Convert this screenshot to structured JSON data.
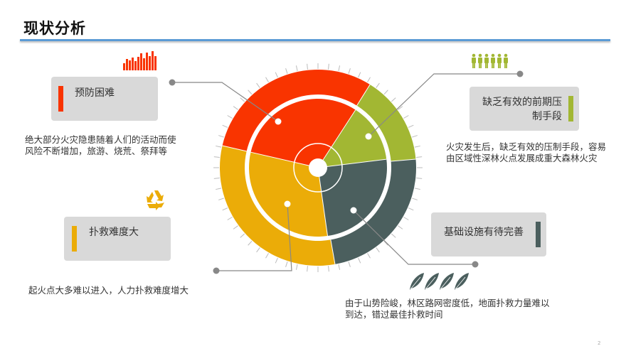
{
  "header": {
    "title": "现状分析"
  },
  "colors": {
    "red": "#f93400",
    "green": "#a2b733",
    "dark": "#4b5f5e",
    "yellow": "#ebac08",
    "card_bg": "#d9d9d9",
    "rule": "#5b9bd5",
    "connector": "#888888"
  },
  "items": [
    {
      "id": "prevention",
      "label": "预防困难",
      "color": "#f93400",
      "icon": "bar-chart-icon",
      "description": [
        "绝大部分火灾隐患随着人们的活动而使",
        "风险不断增加，旅游、烧荒、祭拜等"
      ]
    },
    {
      "id": "suppression",
      "label": "缺乏有效的前期压制手段",
      "label_lines": [
        "缺乏有效的前期压",
        "制手段"
      ],
      "color": "#a2b733",
      "icon": "people-icon",
      "description": [
        "火灾发生后，缺乏有效的压制手段，容易",
        "由区域性深林火点发展成重大森林火灾"
      ]
    },
    {
      "id": "rescue",
      "label": "扑救难度大",
      "color": "#ebac08",
      "icon": "recycle-icon",
      "description": [
        "起火点大多难以进入，人力扑救难度增大"
      ]
    },
    {
      "id": "infrastructure",
      "label": "基础设施有待完善",
      "color": "#4b5f5e",
      "icon": "leaf-icon",
      "description": [
        "由于山势险峻，林区路网密度低，地面扑救力量难以",
        "到达，错过最佳扑救时间"
      ]
    }
  ],
  "chart_data": {
    "type": "pie",
    "title": "",
    "categories": [
      "预防困难",
      "缺乏有效的前期压制手段",
      "基础设施有待完善",
      "扑救难度大"
    ],
    "values": [
      31,
      14,
      24,
      31
    ],
    "colors": [
      "#f93400",
      "#a2b733",
      "#4b5f5e",
      "#ebac08"
    ],
    "note": "Decorative radial/donut diagram: outer ring + inner wedges, values estimated from angular spans"
  },
  "footer": {
    "page": "2"
  }
}
